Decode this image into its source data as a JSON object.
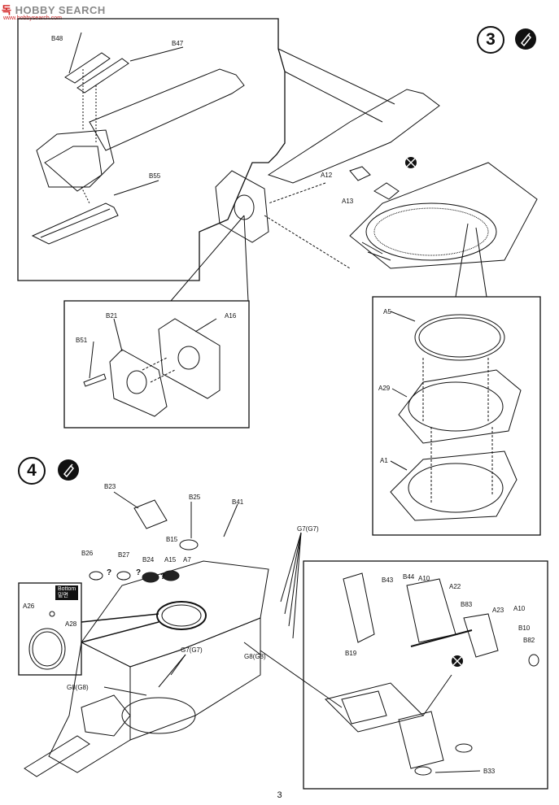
{
  "watermark": {
    "logo_left": "독",
    "logo_mid": "HOBBY SEARCH",
    "url": "www.hobbysearch.com"
  },
  "steps": [
    {
      "number": "3",
      "glue_icon": "glue-bottle-icon"
    },
    {
      "number": "4",
      "glue_icon": "glue-bottle-icon"
    }
  ],
  "parts": {
    "b48": "B48",
    "b47": "B47",
    "b55": "B55",
    "a12": "A12",
    "a13": "A13",
    "b51": "B51",
    "b21": "B21",
    "a16": "A16",
    "a5": "A5",
    "a29": "A29",
    "a1": "A1",
    "b23": "B23",
    "b25": "B25",
    "b41": "B41",
    "b15": "B15",
    "b26": "B26",
    "b27": "B27",
    "b24": "B24",
    "a15": "A15",
    "a7": "A7",
    "g7_top": "G7(G7)",
    "g8_right": "G8(G8)",
    "g7_mid": "G7(G7)",
    "g8_left": "G8(G8)",
    "a26": "A26",
    "a28": "A28",
    "b43": "B43",
    "b44": "B44",
    "a10_1": "A10",
    "a22": "A22",
    "b83": "B83",
    "a23": "A23",
    "a10_2": "A10",
    "b10": "B10",
    "b82": "B82",
    "b19": "B19",
    "b33": "B33"
  },
  "bottom_badge": {
    "line1": "Bottom",
    "line2": "밑면"
  },
  "question_marks": [
    "?",
    "?",
    "?"
  ],
  "page_number": "3"
}
